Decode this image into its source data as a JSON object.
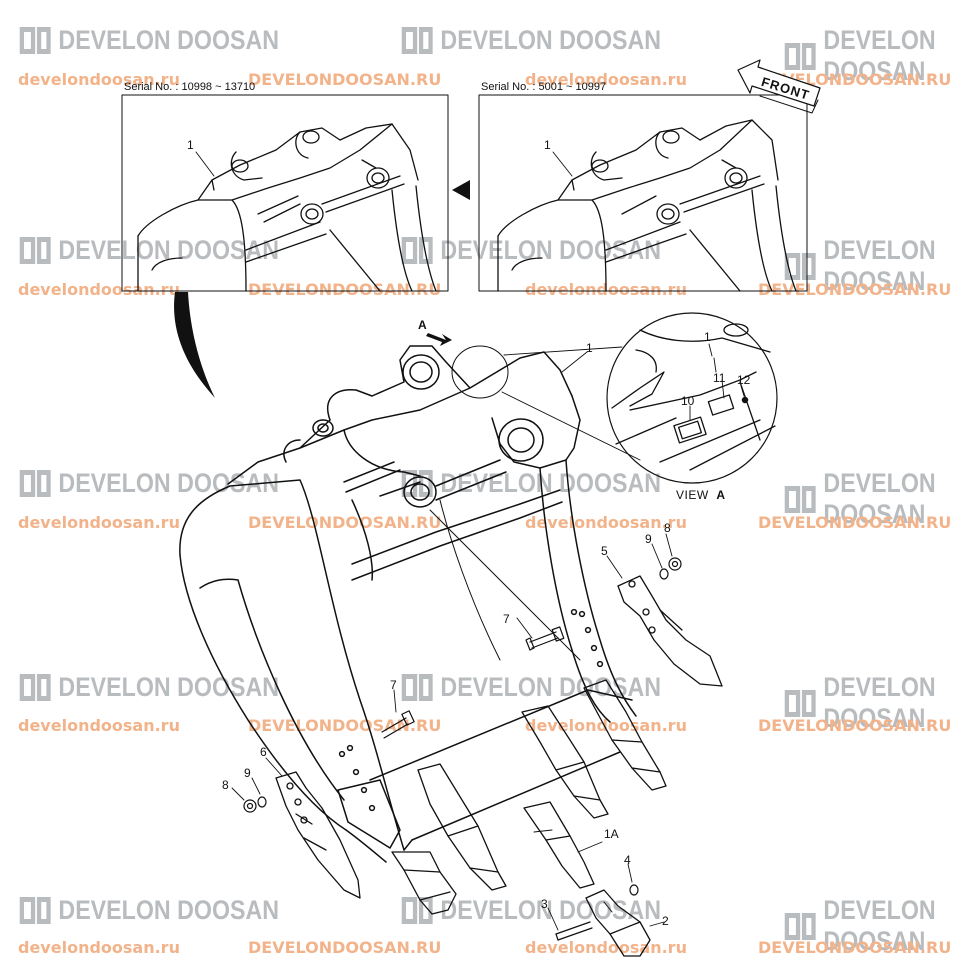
{
  "watermark": {
    "brand_text": "DEVELON DOOSAN",
    "site_lower": "develondoosan.ru",
    "site_upper": "DEVELONDOOSAN.RU",
    "brand_color": "#b9bcbf",
    "site_color": "#f2b38a"
  },
  "insets": {
    "left_serial": "Serial No. : 10998 ~ 13710",
    "right_serial": "Serial No. : 5001 ~ 10997",
    "front_label": "FRONT"
  },
  "view_a": {
    "label_prefix": "VIEW",
    "label_letter": "A"
  },
  "main": {
    "view_arrow_letter": "A"
  },
  "callouts": {
    "inset_left_1": "1",
    "inset_right_1": "1",
    "view_1": "1",
    "view_10": "10",
    "view_11": "11",
    "view_12": "12",
    "bucket_1": "1",
    "shroud_5": "5",
    "shroud_6": "6",
    "bolt_7_right": "7",
    "bolt_7_left": "7",
    "nut_8_right": "8",
    "nut_8_left": "8",
    "washer_9_right": "9",
    "washer_9_left": "9",
    "adapter_1A": "1A",
    "tooth_2": "2",
    "pin_3": "3",
    "lock_4": "4"
  },
  "colors": {
    "line": "#111111"
  }
}
